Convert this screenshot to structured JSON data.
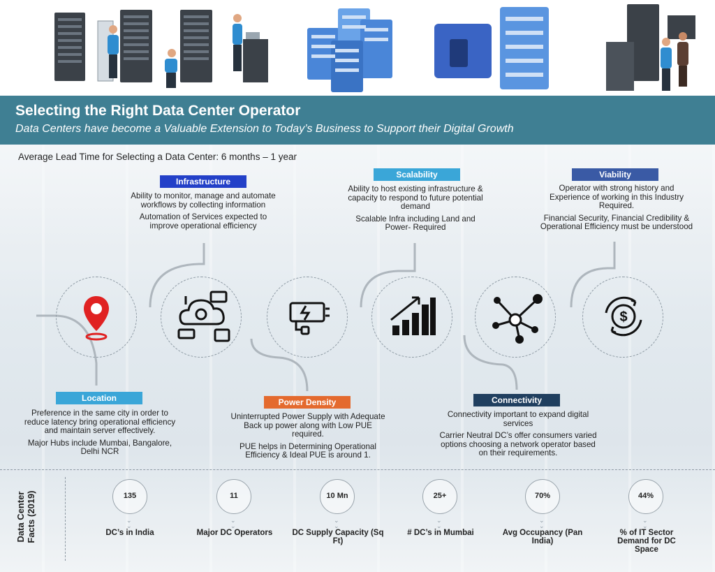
{
  "header": {
    "title": "Selecting the Right Data Center Operator",
    "subtitle": "Data Centers have become a Valuable Extension to Today’s Business to Support their Digital Growth"
  },
  "lead_time": "Average Lead Time for Selecting a Data Center: 6 months – 1 year",
  "colors": {
    "banner": "#3f7f93",
    "location": "#3aa6d8",
    "infrastructure": "#2340c8",
    "power_density": "#e46a2e",
    "scalability": "#3aa6d8",
    "connectivity": "#203f5f",
    "viability": "#3a5aa5"
  },
  "factors": {
    "location": {
      "label": "Location",
      "icon": "map-pin-icon",
      "lines": [
        "Preference in the same city in order to reduce latency bring operational efficiency and maintain server effectively.",
        "Major Hubs include Mumbai, Bangalore, Delhi NCR"
      ]
    },
    "infrastructure": {
      "label": "Infrastructure",
      "icon": "cloud-automation-icon",
      "lines": [
        "Ability to monitor, manage and automate workflows by collecting information",
        "Automation of Services expected to improve operational efficiency"
      ]
    },
    "power_density": {
      "label": "Power Density",
      "icon": "battery-plug-icon",
      "lines": [
        "Uninterrupted Power Supply with Adequate Back up power along with Low PUE required.",
        "PUE helps in Determining Operational Efficiency & Ideal PUE is around 1."
      ]
    },
    "scalability": {
      "label": "Scalability",
      "icon": "growth-chart-icon",
      "lines": [
        "Ability to host existing infrastructure & capacity to respond to future potential demand",
        "Scalable Infra including Land and Power- Required"
      ]
    },
    "connectivity": {
      "label": "Connectivity",
      "icon": "network-hub-icon",
      "lines": [
        "Connectivity important to expand digital services",
        "Carrier Neutral DC’s offer consumers varied options choosing a network operator based on their requirements."
      ]
    },
    "viability": {
      "label": "Viability",
      "icon": "dollar-cycle-icon",
      "lines": [
        "Operator with strong history and Experience of working in this Industry Required.",
        "Financial Security, Financial Credibility & Operational Efficiency must be understood"
      ]
    }
  },
  "facts": {
    "title": "Data Center Facts (2019)",
    "items": [
      {
        "value": "135",
        "label": "DC’s in India"
      },
      {
        "value": "11",
        "label": "Major DC Operators"
      },
      {
        "value": "10 Mn",
        "label": "DC Supply Capacity (Sq Ft)"
      },
      {
        "value": "25+",
        "label": "# DC’s in Mumbai"
      },
      {
        "value": "70%",
        "label": "Avg Occupancy (Pan India)"
      },
      {
        "value": "44%",
        "label": "% of IT Sector Demand for DC Space"
      }
    ]
  }
}
